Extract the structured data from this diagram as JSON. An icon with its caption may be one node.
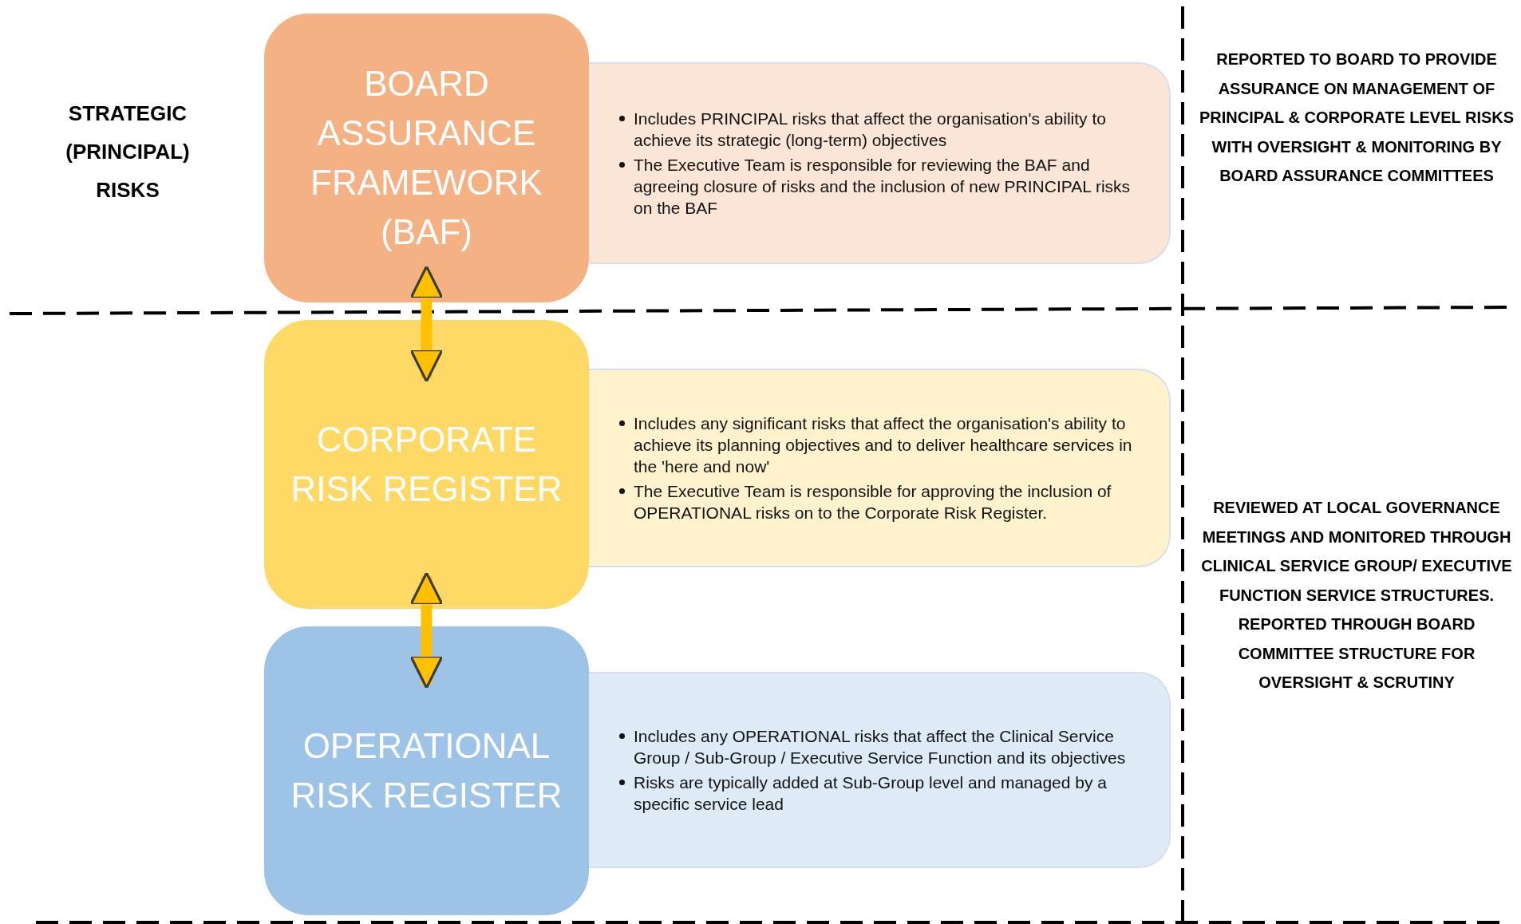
{
  "diagram": {
    "nodes": [
      {
        "text": [
          "BOARD ASSURANCE FRAMEWORK (BAF)"
        ]
      },
      {
        "text": [
          "Includes PRINCIPAL risks that affect the organisation's ability to achieve its strategic (long-term) objectives",
          "The Executive Team is responsible for reviewing the BAF and agreeing closure of risks and the inclusion of new PRINCIPAL risks on the BAF"
        ]
      },
      {
        "text": [
          "CORPORATE RISK REGISTER"
        ]
      },
      {
        "text": [
          "Includes any significant risks that affect the organisation's ability to achieve its planning objectives and to deliver healthcare services in the 'here and now'",
          "The Executive Team is responsible for approving the inclusion of OPERATIONAL risks on to the Corporate Risk Register."
        ]
      },
      {
        "text": [
          "OPERATIONAL RISK REGISTER"
        ]
      },
      {
        "text": [
          "Includes any OPERATIONAL risks that affect the Clinical Service Group / Sub-Group / Executive Service Function and its objectives",
          "Risks are typically added at Sub-Group level and managed by a specific service lead"
        ]
      }
    ],
    "edges": [
      {
        "from": 0,
        "to": 2,
        "arrow": "both"
      },
      {
        "from": 2,
        "to": 4,
        "arrow": "both"
      }
    ],
    "labels": [
      "STRATEGIC (PRINCIPAL) RISKS",
      "REPORTED TO BOARD TO PROVIDE ASSURANCE ON MANAGEMENT OF PRINCIPAL & CORPORATE LEVEL RISKS WITH OVERSIGHT & MONITORING BY BOARD ASSURANCE COMMITTEES",
      "REVIEWED AT LOCAL GOVERNANCE MEETINGS AND MONITORED THROUGH CLINICAL SERVICE GROUP/ EXECUTIVE FUNCTION SERVICE STRUCTURES. REPORTED THROUGH BOARD COMMITTEE STRUCTURE FOR OVERSIGHT & SCRUTINY"
    ]
  }
}
